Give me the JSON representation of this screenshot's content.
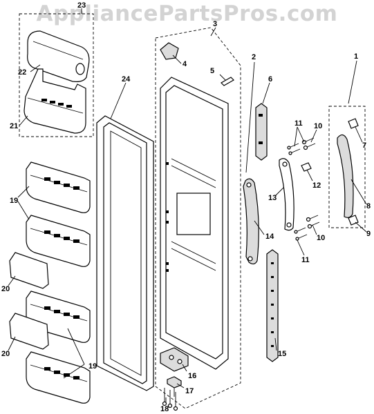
{
  "watermark": "AppliancePartsPros.com",
  "labels": {
    "p1": "1",
    "p2": "2",
    "p3": "3",
    "p4": "4",
    "p5": "5",
    "p6": "6",
    "p7": "7",
    "p8": "8",
    "p9": "9",
    "p10a": "10",
    "p10b": "10",
    "p11a": "11",
    "p11b": "11",
    "p12": "12",
    "p13": "13",
    "p14": "14",
    "p15": "15",
    "p16": "16",
    "p17": "17",
    "p18": "18",
    "p19a": "19",
    "p19b": "19",
    "p20a": "20",
    "p20b": "20",
    "p21": "21",
    "p22": "22",
    "p23": "23",
    "p24": "24"
  },
  "colors": {
    "line": "#000000",
    "shade": "#dcdcdc",
    "watermark": "#afafaf"
  }
}
